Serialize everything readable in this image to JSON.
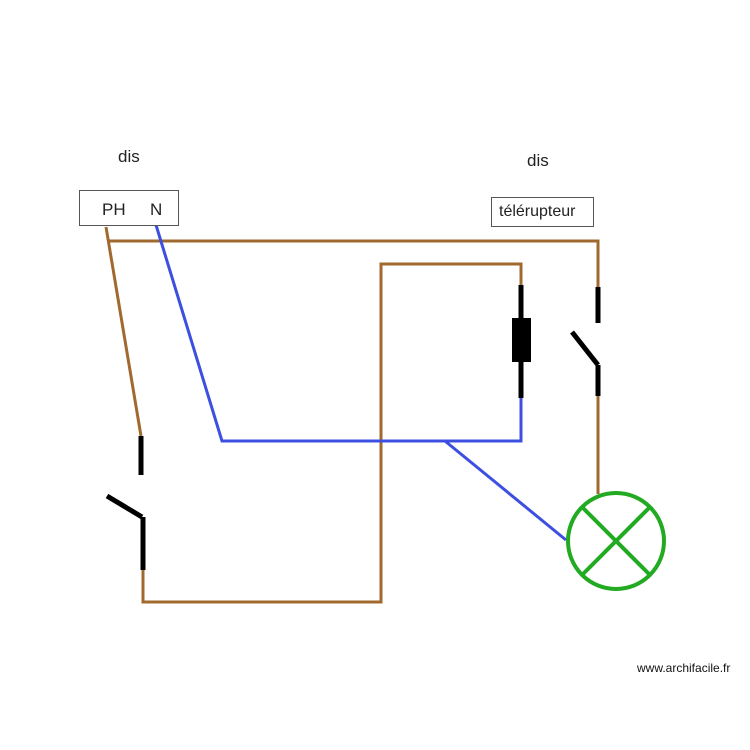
{
  "labels": {
    "dis_left": "dis",
    "dis_right": "dis",
    "supply_phase": "PH",
    "supply_neutral": "N",
    "relay": "télérupteur",
    "watermark": "www.archifacile.fr"
  },
  "colors": {
    "phase_wire": "#a0692e",
    "neutral_wire": "#3d4fe0",
    "component": "#000000",
    "lamp": "#22aa22"
  },
  "icons": {
    "switch": "pushbutton-switch-icon",
    "relay_coil": "relay-coil-icon",
    "relay_contact": "relay-contact-icon",
    "lamp": "lamp-icon"
  }
}
